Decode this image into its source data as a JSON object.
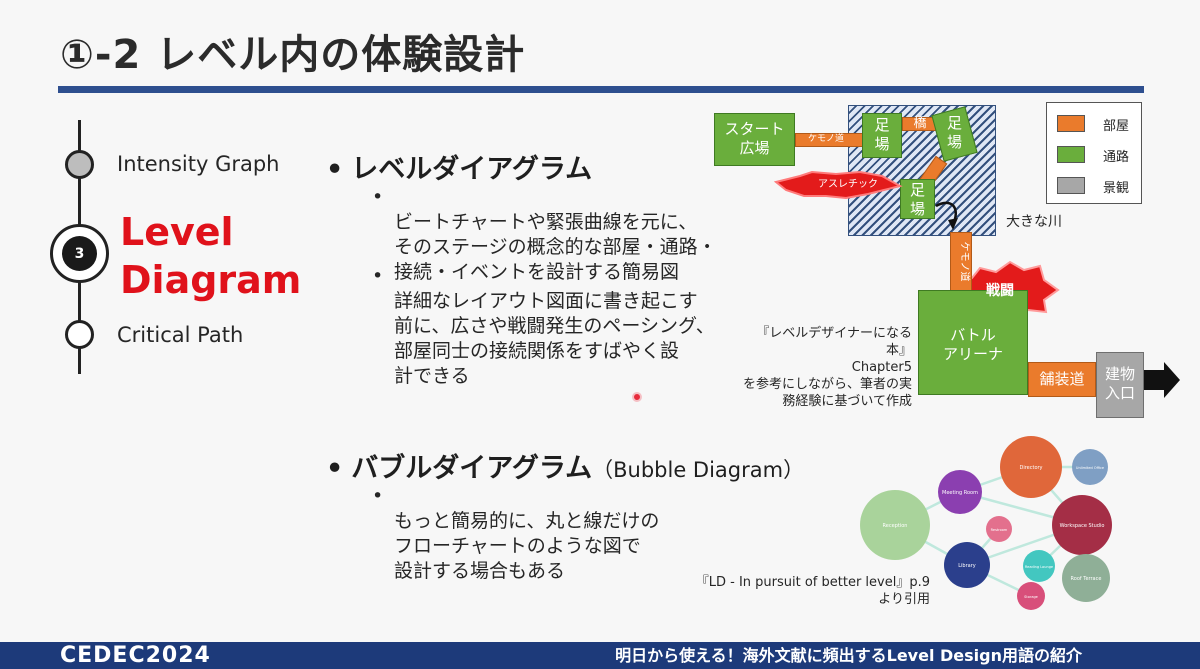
{
  "title": "①-2 レベル内の体験設計",
  "timeline": {
    "items": [
      {
        "label": "Intensity Graph"
      },
      {
        "label": "Level\nDiagram",
        "number": "3"
      },
      {
        "label": "Critical Path"
      }
    ]
  },
  "sections": {
    "level_diagram": {
      "heading": "レベルダイアグラム",
      "bullets": [
        "ビートチャートや緊張曲線を元に、\nそのステージの概念的な部屋・通路・\n接続・イベントを設計する簡易図",
        "詳細なレイアウト図面に書き起こす\n前に、広さや戦闘発生のペーシング、\n部屋同士の接続関係をすばやく設\n計できる"
      ]
    },
    "bubble_diagram": {
      "heading": "バブルダイアグラム",
      "heading_paren": "（Bubble Diagram）",
      "bullets": [
        "もっと簡易的に、丸と線だけの\nフローチャートのような図で\n設計する場合もある"
      ]
    }
  },
  "level_map": {
    "start": "スタート\n広場",
    "kemono1": "ケモノ道",
    "ashiba1": "足\n場",
    "bridge": "橋",
    "ashiba2": "足\n場",
    "ashiba3": "足\n場",
    "athletic": "アスレチック",
    "river": "大きな川",
    "kemono2": "ケモノ道",
    "battle": "戦闘",
    "arena": "バトル\nアリーナ",
    "paved": "舗装道",
    "entrance": "建物\n入口"
  },
  "legend": [
    {
      "label": "部屋",
      "color": "#ea7b2c"
    },
    {
      "label": "通路",
      "color": "#6aae3c"
    },
    {
      "label": "景観",
      "color": "#a7a7a7"
    }
  ],
  "note_book": "『レベルデザイナーになる本』\nChapter5\nを参考にしながら、筆者の実\n務経験に基づいて作成",
  "bubbles": [
    {
      "label": "Directory",
      "color": "#e0673a"
    },
    {
      "label": "Unlimited Office",
      "color": "#7f9fc4"
    },
    {
      "label": "Meeting Room",
      "color": "#8b3fb0"
    },
    {
      "label": "Workspace Studio",
      "color": "#a42e46"
    },
    {
      "label": "Reception",
      "color": "#a9d39b"
    },
    {
      "label": "Restroom",
      "color": "#e3708d"
    },
    {
      "label": "Library",
      "color": "#2b3f8c"
    },
    {
      "label": "Reading Lounge",
      "color": "#43c7c0"
    },
    {
      "label": "Storage",
      "color": "#d84f7a"
    },
    {
      "label": "Roof Terrace",
      "color": "#8faf97"
    }
  ],
  "note_bubble": "『LD - In pursuit of better level』p.9\nより引用",
  "footer": {
    "logo": "CEDEC2024",
    "text": "明日から使える！海外文献に頻出するLevel Design用語の紹介"
  }
}
